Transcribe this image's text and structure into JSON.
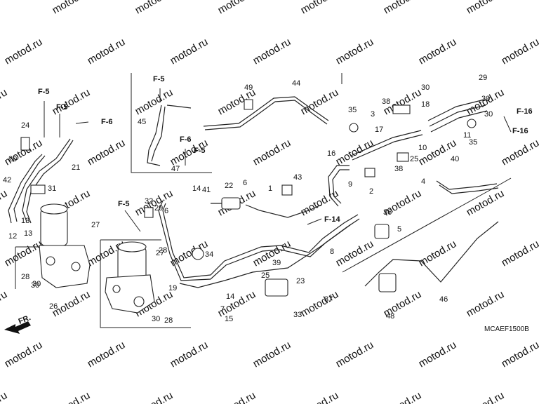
{
  "watermark": "motod.ru",
  "diagram_code": "MCAEF1500B",
  "front_label": "FR.",
  "part_numbers": [
    "1",
    "2",
    "3",
    "4",
    "5",
    "6",
    "7",
    "8",
    "9",
    "10",
    "11",
    "12",
    "13",
    "14",
    "15",
    "16",
    "17",
    "18",
    "19",
    "20",
    "21",
    "22",
    "23",
    "24",
    "25",
    "26",
    "27",
    "28",
    "29",
    "30",
    "31",
    "32",
    "33",
    "34",
    "35",
    "36",
    "37",
    "38",
    "39",
    "40",
    "41",
    "42",
    "43",
    "44",
    "45",
    "46",
    "47",
    "48",
    "49"
  ],
  "references": [
    "F-5",
    "F-6",
    "F-14",
    "F-16"
  ]
}
